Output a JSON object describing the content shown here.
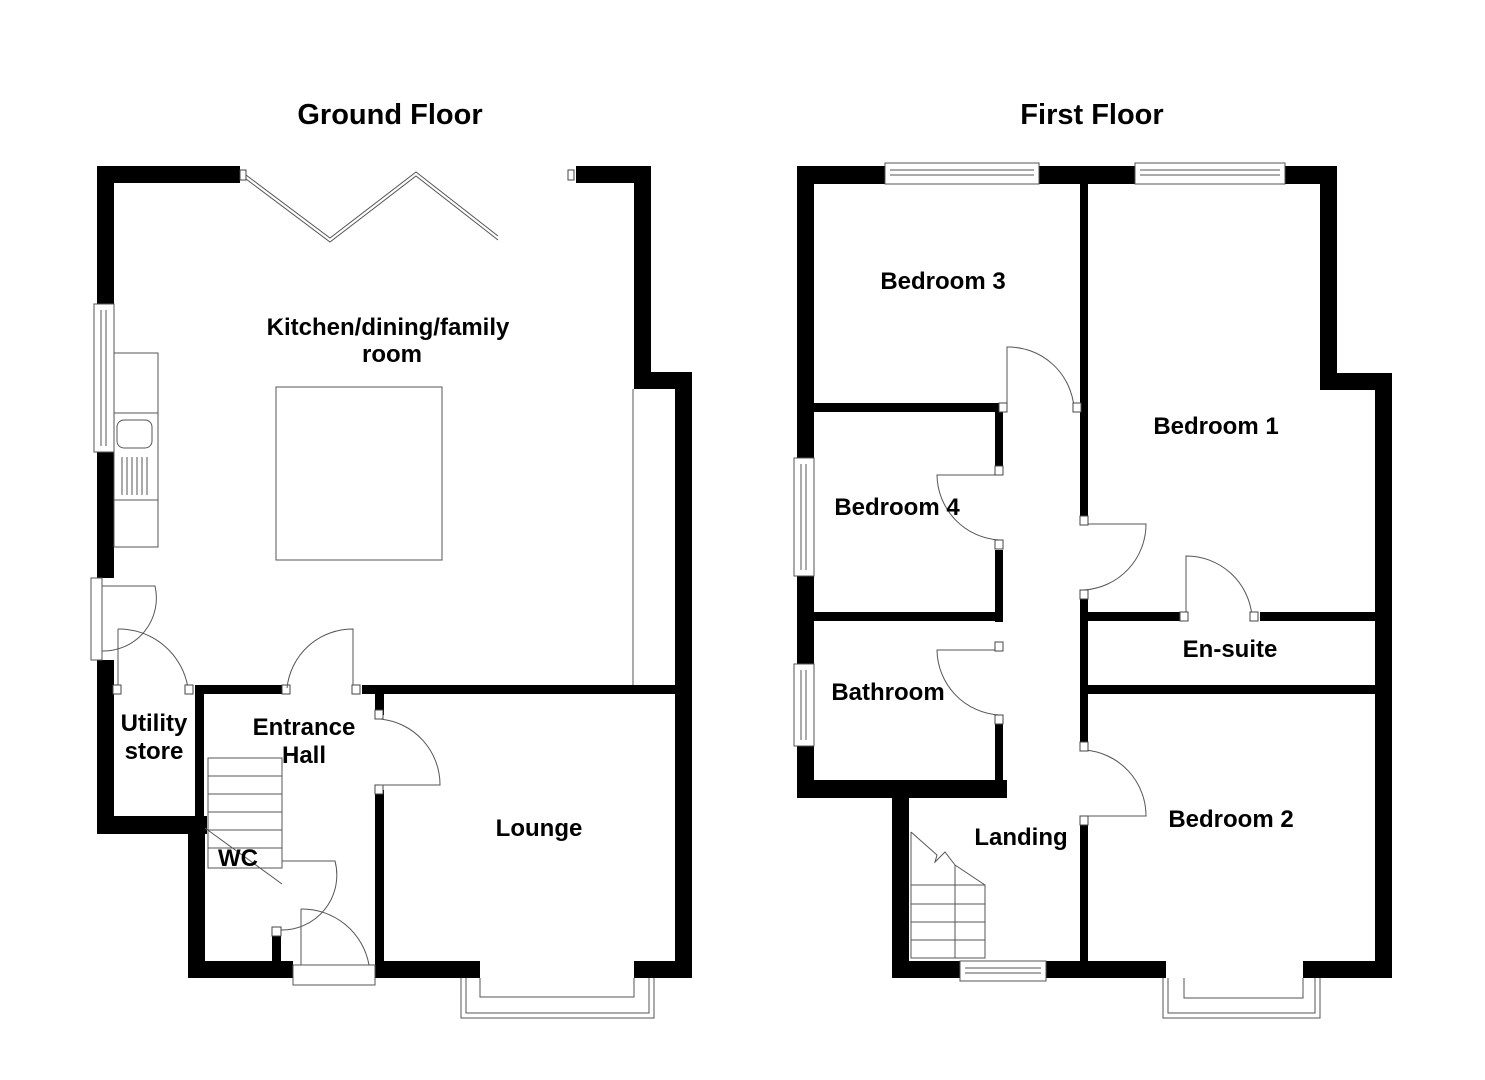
{
  "floors": [
    {
      "title": "Ground Floor",
      "rooms": [
        {
          "name": "Kitchen/dining/family",
          "name_line2": "room"
        },
        {
          "name": "Utility",
          "name_line2": "store"
        },
        {
          "name": "Entrance",
          "name_line2": "Hall"
        },
        {
          "name": "Lounge"
        },
        {
          "name": "WC"
        }
      ]
    },
    {
      "title": "First Floor",
      "rooms": [
        {
          "name": "Bedroom 3"
        },
        {
          "name": "Bedroom 1"
        },
        {
          "name": "Bedroom 4"
        },
        {
          "name": "En-suite"
        },
        {
          "name": "Bathroom"
        },
        {
          "name": "Landing"
        },
        {
          "name": "Bedroom 2"
        }
      ]
    }
  ],
  "colors": {
    "wall": "#000000",
    "background": "#ffffff",
    "fixture_line": "#555555"
  }
}
